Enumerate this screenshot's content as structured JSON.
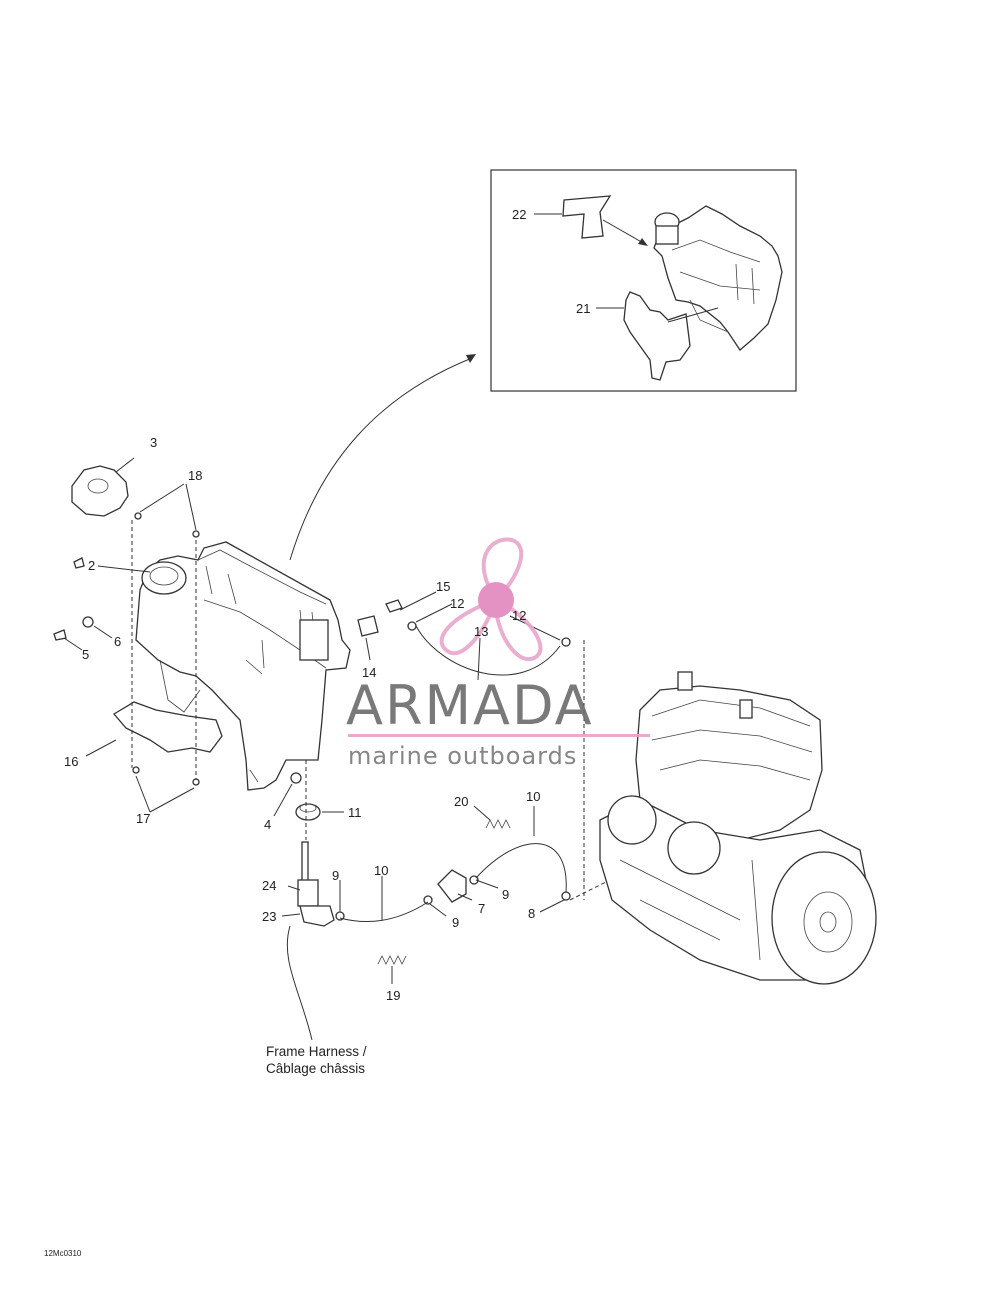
{
  "callouts": [
    {
      "id": "c22",
      "text": "22"
    },
    {
      "id": "c21",
      "text": "21"
    },
    {
      "id": "c3",
      "text": "3"
    },
    {
      "id": "c18",
      "text": "18"
    },
    {
      "id": "c2",
      "text": "2"
    },
    {
      "id": "c6",
      "text": "6"
    },
    {
      "id": "c5",
      "text": "5"
    },
    {
      "id": "c16",
      "text": "16"
    },
    {
      "id": "c17",
      "text": "17"
    },
    {
      "id": "c4",
      "text": "4"
    },
    {
      "id": "c11",
      "text": "11"
    },
    {
      "id": "c14",
      "text": "14"
    },
    {
      "id": "c15",
      "text": "15"
    },
    {
      "id": "c12a",
      "text": "12"
    },
    {
      "id": "c12b",
      "text": "12"
    },
    {
      "id": "c13",
      "text": "13"
    },
    {
      "id": "c20",
      "text": "20"
    },
    {
      "id": "c10a",
      "text": "10"
    },
    {
      "id": "c9a",
      "text": "9"
    },
    {
      "id": "c10b",
      "text": "10"
    },
    {
      "id": "c24",
      "text": "24"
    },
    {
      "id": "c23",
      "text": "23"
    },
    {
      "id": "c9b",
      "text": "9"
    },
    {
      "id": "c7",
      "text": "7"
    },
    {
      "id": "c9c",
      "text": "9"
    },
    {
      "id": "c8",
      "text": "8"
    },
    {
      "id": "c19",
      "text": "19"
    }
  ],
  "caption": {
    "line1": "Frame Harness /",
    "line2": "Câblage châssis"
  },
  "drawing_code": "12Mc0310",
  "watermark": {
    "brand": "ARMADA",
    "tagline": "marine outboards",
    "logo_color": "#e8a6cc",
    "logo_dot_color": "#e287bd",
    "rule_color": "#e6a2c8"
  }
}
